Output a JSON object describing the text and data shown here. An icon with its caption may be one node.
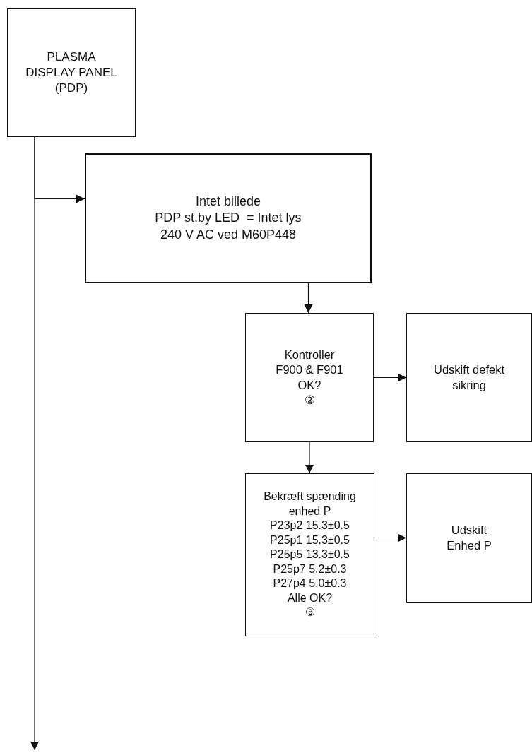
{
  "diagram": {
    "nodes": [
      {
        "text": [
          "PLASMA DISPLAY PANEL (PDP)"
        ]
      },
      {
        "text": [
          "Intet billede",
          "PDP st.by LED  = Intet lys",
          "240 V AC ved M60P448"
        ]
      },
      {
        "text": [
          "Kontroller F900 & F901 OK?",
          "②"
        ]
      },
      {
        "text": [
          "Udskift defekt sikring"
        ]
      },
      {
        "text": [
          "Bekræft spænding enhed P",
          "P23p2 15.3±0.5",
          "P25p1 15.3±0.5",
          "P25p5 13.3±0.5",
          "P25p7 5.2±0.3",
          "P27p4 5.0±0.3",
          "Alle OK?",
          "③"
        ]
      },
      {
        "text": [
          "Udskift Enhed P"
        ]
      }
    ],
    "edges": [
      {
        "from": 0,
        "to": null,
        "arrow": "to"
      },
      {
        "from": 0,
        "to": 1,
        "arrow": "to"
      },
      {
        "from": 1,
        "to": 2,
        "arrow": "to"
      },
      {
        "from": 2,
        "to": 3,
        "arrow": "to"
      },
      {
        "from": 2,
        "to": 4,
        "arrow": "to"
      },
      {
        "from": 4,
        "to": 5,
        "arrow": "to"
      }
    ]
  }
}
